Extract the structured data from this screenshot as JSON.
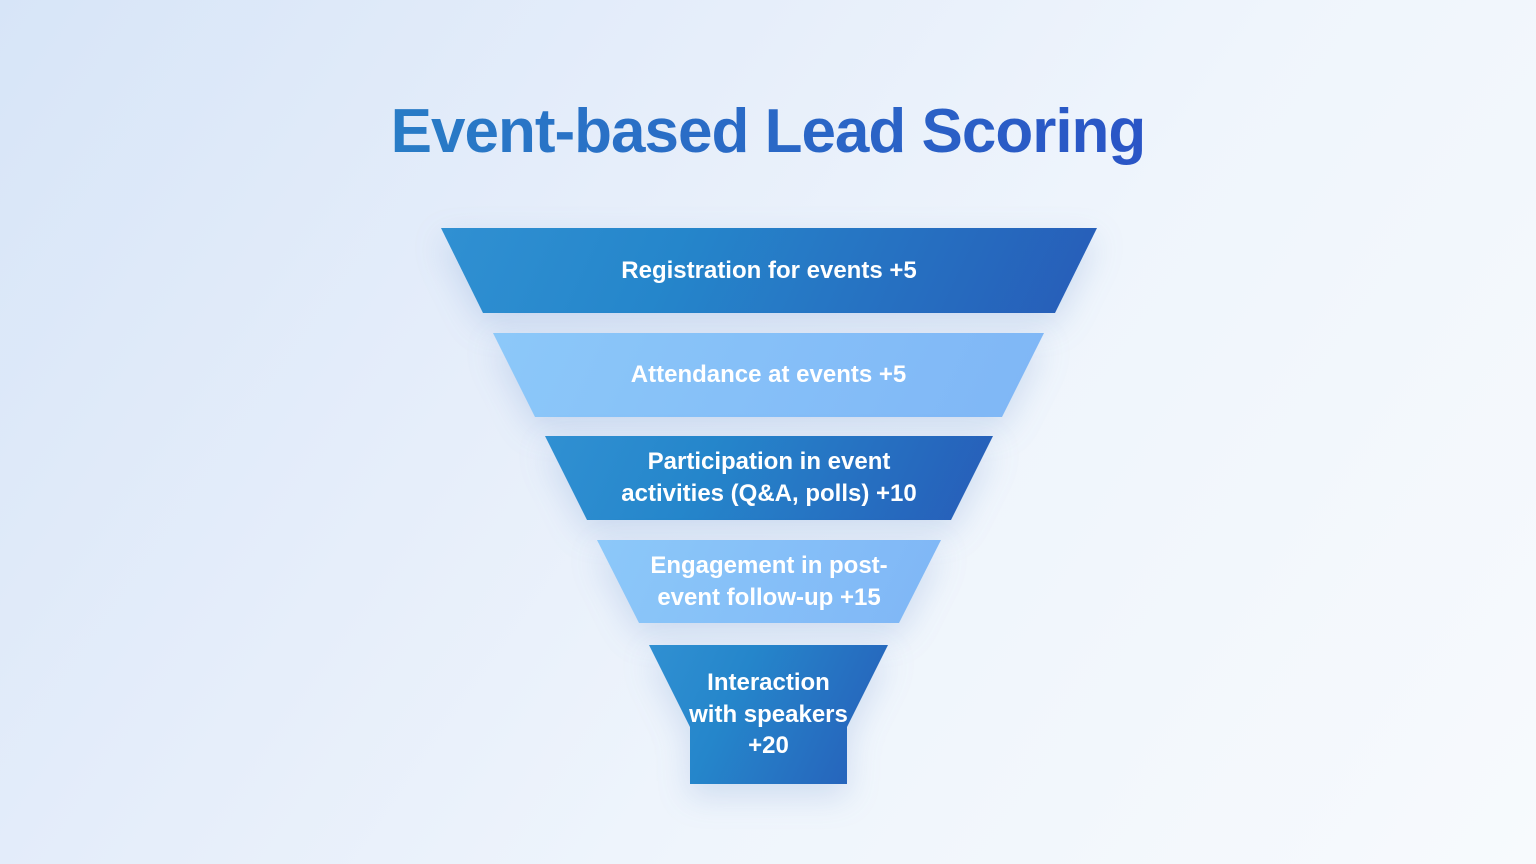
{
  "title": "Event-based Lead Scoring",
  "funnel": {
    "type": "funnel",
    "segments": [
      {
        "label": "Registration for events +5",
        "activity": "Registration for events",
        "points": 5,
        "variant": "dark"
      },
      {
        "label": "Attendance at events +5",
        "activity": "Attendance at events",
        "points": 5,
        "variant": "light"
      },
      {
        "label": "Participation in event\nactivities (Q&A, polls) +10",
        "activity": "Participation in event activities (Q&A, polls)",
        "points": 10,
        "variant": "dark"
      },
      {
        "label": "Engagement in post-\nevent follow-up +15",
        "activity": "Engagement in post-event follow-up",
        "points": 15,
        "variant": "light"
      },
      {
        "label": "Interaction\nwith speakers\n+20",
        "activity": "Interaction with speakers",
        "points": 20,
        "variant": "dark"
      }
    ]
  },
  "colors": {
    "title_gradient_start": "#2982c6",
    "title_gradient_end": "#2a4fc6",
    "segment_dark_start": "#3090d2",
    "segment_dark_end": "#275cb8",
    "segment_light_start": "#8cc8f9",
    "segment_light_end": "#7fb6f6",
    "segment_text": "#ffffff",
    "background_start": "#d7e5f8",
    "background_end": "#f7fafd"
  }
}
